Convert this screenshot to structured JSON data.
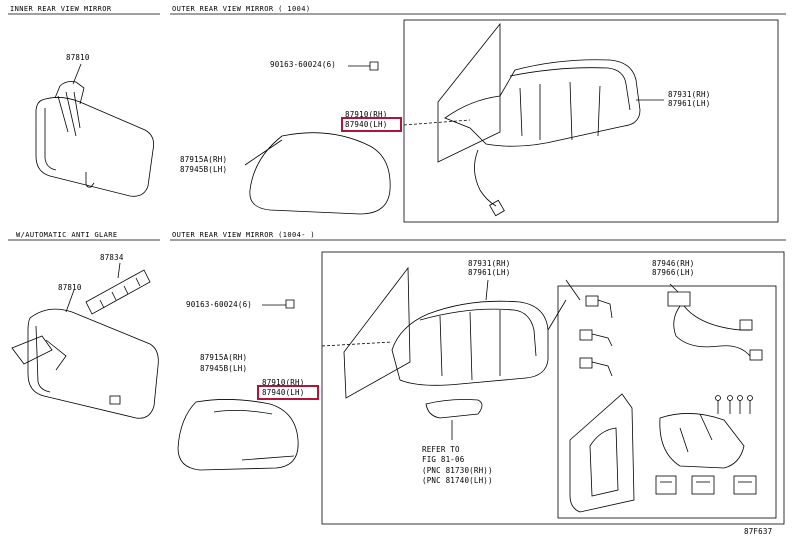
{
  "sections": {
    "inner_mirror": "INNER REAR VIEW MIRROR",
    "outer_mirror_top": "OUTER REAR VIEW MIRROR (      1004)",
    "auto_anti_glare": "W/AUTOMATIC ANTI GLARE",
    "outer_mirror_bottom": "OUTER REAR VIEW MIRROR (1004-      )"
  },
  "parts": {
    "p87810_top": "87810",
    "p90163_top": "90163-60024(6)",
    "p87910_top": "87910(RH)",
    "p87940_top": "87940(LH)",
    "p87931_top": "87931(RH)",
    "p87961_top": "87961(LH)",
    "p87915a_top": "87915A(RH)",
    "p87945b_top": "87945B(LH)",
    "p87834": "87834",
    "p87810_bottom": "87810",
    "p90163_bottom": "90163-60024(6)",
    "p87931_bottom": "87931(RH)",
    "p87961_bottom": "87961(LH)",
    "p87946": "87946(RH)",
    "p87966": "87966(LH)",
    "p87915a_bottom": "87915A(RH)",
    "p87945b_bottom": "87945B(LH)",
    "p87910_bottom": "87910(RH)",
    "p87940_bottom": "87940(LH)"
  },
  "refer": {
    "line1": "REFER TO",
    "line2": "FIG 81-06",
    "line3": "(PNC 81730(RH))",
    "line4": "(PNC 81740(LH))"
  },
  "figure_code": "87F637",
  "highlight_color": "#b0143a"
}
